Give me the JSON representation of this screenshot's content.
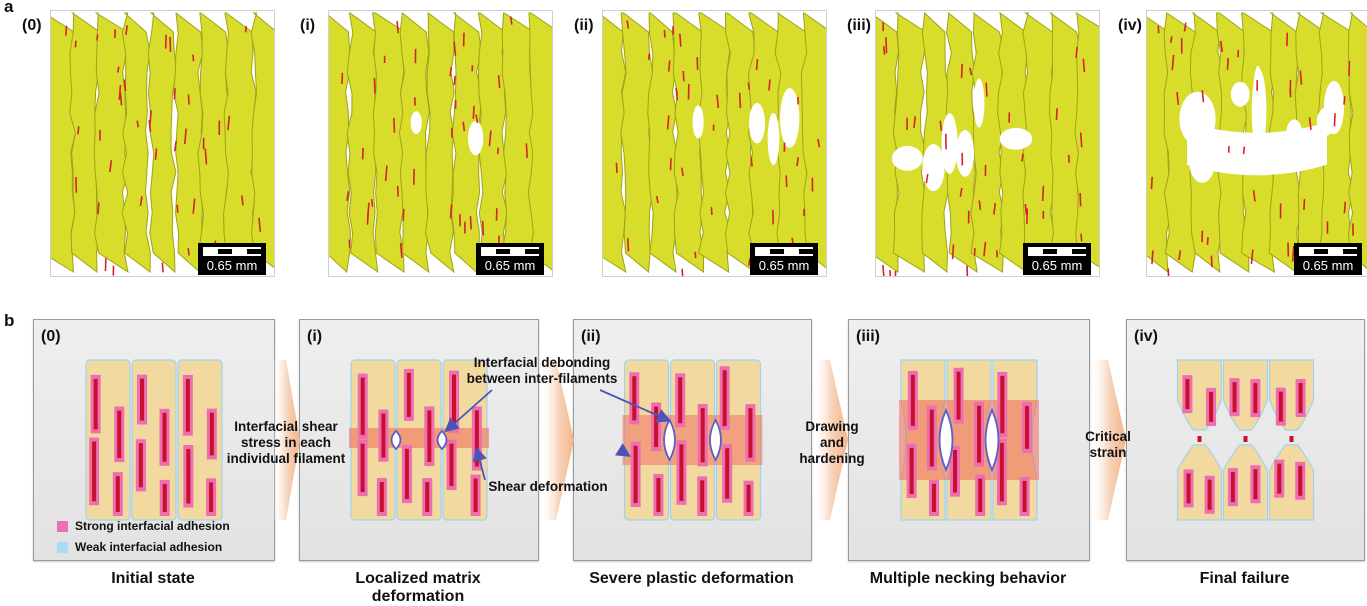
{
  "section_a": {
    "label": "a",
    "stages": [
      "(0)",
      "(i)",
      "(ii)",
      "(iii)",
      "(iv)"
    ],
    "scale_bar": "0.65 mm"
  },
  "section_b": {
    "label": "b",
    "stages": [
      "(0)",
      "(i)",
      "(ii)",
      "(iii)",
      "(iv)"
    ],
    "captions": [
      "Initial state",
      "Localized matrix\ndeformation",
      "Severe plastic deformation",
      "Multiple necking behavior",
      "Final failure"
    ],
    "legend": {
      "strong": "Strong interfacial adhesion",
      "weak": "Weak interfacial adhesion",
      "strong_color": "#ec6fb0",
      "weak_color": "#a8dcf5"
    },
    "annotations": {
      "shear_stress": "Interfacial shear\nstress in each\nindividual filament",
      "debonding": "Interfacial debonding\nbetween inter-filaments",
      "shear_deformation": "Shear deformation",
      "drawing": "Drawing\nand\nhardening",
      "critical": "Critical\nstrain"
    }
  },
  "colors": {
    "fiber_yellow": "#d8dc2a",
    "defect_red": "#d4232a",
    "filament_fill": "#f2d9a0",
    "stress_band": "#f06a5a",
    "rod": "#c8102e"
  }
}
